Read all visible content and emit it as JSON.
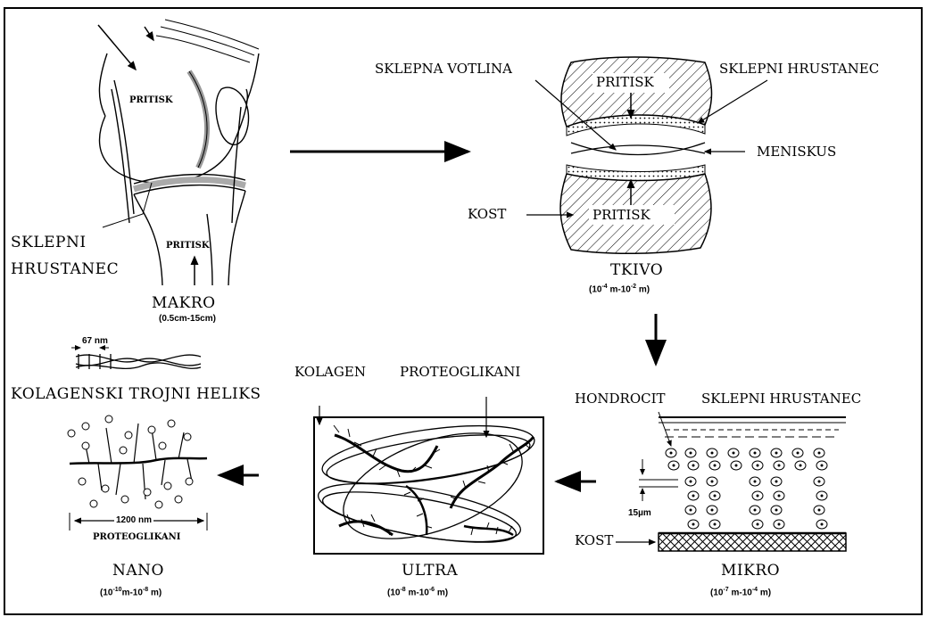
{
  "macro": {
    "pritisk_top": "PRITISK",
    "pritisk_bottom": "PRITISK",
    "cartilage_line1": "SKLEPNI",
    "cartilage_line2": "HRUSTANEC",
    "title": "MAKRO",
    "scale": "(0.5cm-15cm)"
  },
  "tissue": {
    "joint_cavity": "SKLEPNA VOTLINA",
    "cartilage": "SKLEPNI HRUSTANEC",
    "meniscus": "MENISKUS",
    "bone": "KOST",
    "pritisk_top": "PRITISK",
    "pritisk_bottom": "PRITISK",
    "title": "TKIVO",
    "scale_base1": "(10",
    "scale_exp1": "-4",
    "scale_mid": " m-10",
    "scale_exp2": "-2",
    "scale_end": " m)"
  },
  "micro": {
    "chondrocyte": "HONDROCIT",
    "cartilage": "SKLEPNI HRUSTANEC",
    "bone": "KOST",
    "size": "15µm",
    "title": "MIKRO",
    "scale_base1": "(10",
    "scale_exp1": "-7",
    "scale_mid": " m-10",
    "scale_exp2": "-4",
    "scale_end": " m)"
  },
  "ultra": {
    "collagen": "KOLAGEN",
    "proteoglycans": "PROTEOGLIKANI",
    "title": "ULTRA",
    "scale_base1": "(10",
    "scale_exp1": "-8",
    "scale_mid": " m-10",
    "scale_exp2": "-6",
    "scale_end": " m)"
  },
  "nano": {
    "period": "67 nm",
    "helix": "KOLAGENSKI TROJNI HELIKS",
    "length": "1200 nm",
    "proteoglycans": "PROTEOGLIKANI",
    "title": "NANO",
    "scale_base1": "(10",
    "scale_exp1": "-10",
    "scale_mid": "m-10",
    "scale_exp2": "-8",
    "scale_end": " m)"
  }
}
